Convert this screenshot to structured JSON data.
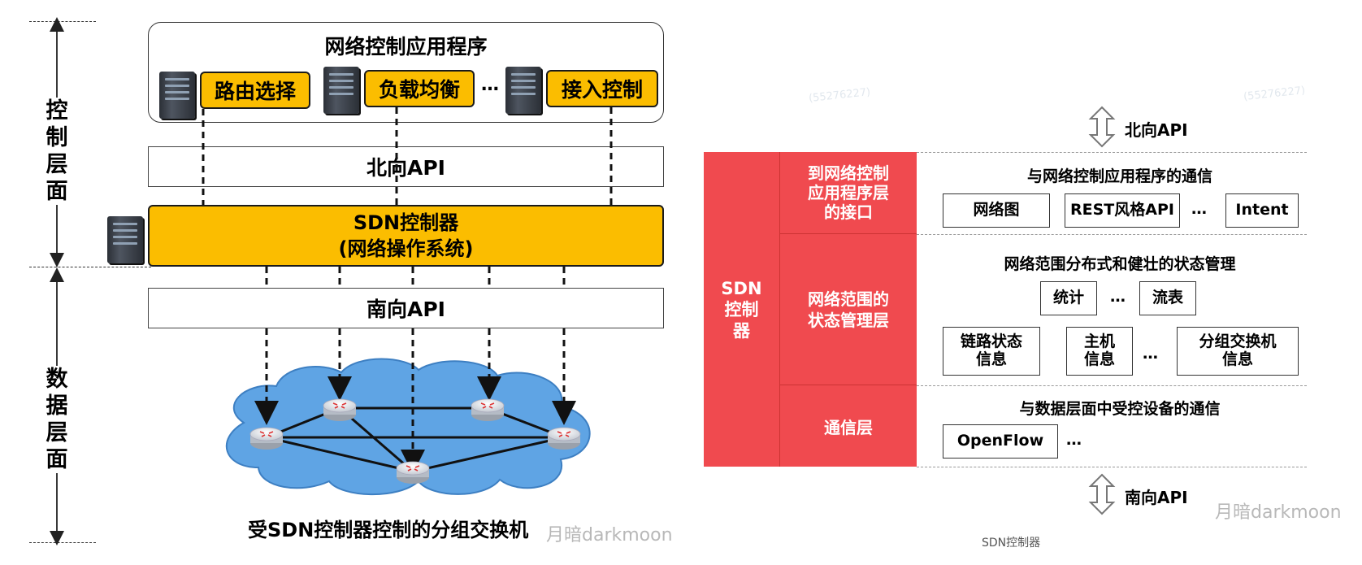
{
  "left": {
    "app_layer_title": "网络控制应用程序",
    "apps": [
      "路由选择",
      "负载均衡",
      "接入控制"
    ],
    "apps_ellipsis": "…",
    "northbound_api": "北向API",
    "controller_line1": "SDN控制器",
    "controller_line2": "(网络操作系统)",
    "southbound_api": "南向API",
    "control_plane_label": "控制层面",
    "data_plane_label": "数据层面",
    "caption": "受SDN控制器控制的分组交换机",
    "watermark": "月暗darkmoon"
  },
  "right": {
    "northbound_api": "北向API",
    "southbound_api": "南向API",
    "controller_label": "SDN 控制器",
    "layers": [
      {
        "name": "到网络控制应用程序层的接口",
        "title": "与网络控制应用程序的通信",
        "items": [
          "网络图",
          "REST风格API",
          "Intent"
        ],
        "ellipsis": "…"
      },
      {
        "name": "网络范围的状态管理层",
        "title": "网络范围分布式和健壮的状态管理",
        "items_row1": [
          "统计",
          "流表"
        ],
        "items_row2": [
          "链路状态信息",
          "主机信息",
          "分组交换机信息"
        ],
        "ellipsis": "…"
      },
      {
        "name": "通信层",
        "title": "与数据层面中受控设备的通信",
        "items": [
          "OpenFlow"
        ],
        "ellipsis": "…"
      }
    ],
    "caption": "SDN控制器",
    "watermark": "月暗darkmoon"
  }
}
